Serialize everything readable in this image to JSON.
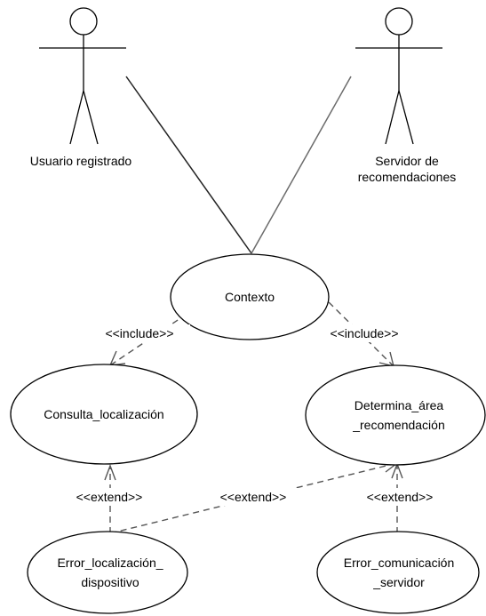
{
  "colors": {
    "line_dark": "#222222",
    "line_gray": "#6b6b6b",
    "dependency": "#555555",
    "background": "#ffffff"
  },
  "actors": {
    "usuario": {
      "label": "Usuario registrado"
    },
    "servidor": {
      "label_line1": "Servidor de",
      "label_line2": "recomendaciones"
    }
  },
  "use_cases": {
    "contexto": {
      "label": "Contexto"
    },
    "consulta": {
      "label": "Consulta_localización"
    },
    "determina": {
      "label_line1": "Determina_área",
      "label_line2": "_recomendación"
    },
    "error_loc": {
      "label_line1": "Error_localización_",
      "label_line2": "dispositivo"
    },
    "error_com": {
      "label_line1": "Error_comunicación",
      "label_line2": "_servidor"
    }
  },
  "relationships": {
    "include_left": "<<include>>",
    "include_right": "<<include>>",
    "extend_left": "<<extend>>",
    "extend_middle": "<<extend>>",
    "extend_right": "<<extend>>"
  }
}
